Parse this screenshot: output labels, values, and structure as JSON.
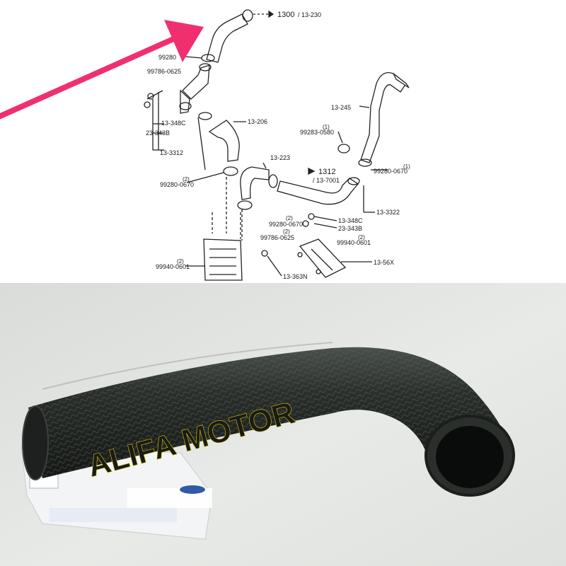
{
  "diagram": {
    "callouts": {
      "p1300": "1300",
      "p13230": "/ 13-230",
      "p99280_top": "99280",
      "p99786_top": "99786-0625",
      "p13348c_left": "13-348C",
      "p23343b_left": "23-343B",
      "p133312": "13-3312",
      "p13206": "13-206",
      "p13223": "13-223",
      "p99280_0670_left": "99280-0670",
      "p13245": "13-245",
      "p99283_0580": "99283-0580",
      "p1312": "1312",
      "p137001": "/ 13-7001",
      "p99280_0670_right": "99280-0670",
      "p133322": "13-3322",
      "p13348c_right": "13-348C",
      "p23343b_right": "23-343B",
      "p99280_0670_mid": "99280-0670",
      "p99786_0625_mid": "99786-0625",
      "p99940_0601_right": "99940-0601",
      "p1356x": "13-56X",
      "p99940_0601_left": "99940-0601",
      "p13363n": "13-363N"
    },
    "quantities": {
      "q_left_clamp": "(2)",
      "q_0580": "(1)",
      "q_0670_right": "(1)",
      "q_0670_mid": "(2)",
      "q_0625_mid": "(2)",
      "q_0601_right": "(2)",
      "q_0601_left": "(2)"
    },
    "arrow_color": "#f0306e"
  },
  "photo": {
    "watermark": "ALIFA MOTOR",
    "watermark_color": "#ffff00",
    "hose_color": "#2a2f2b"
  }
}
